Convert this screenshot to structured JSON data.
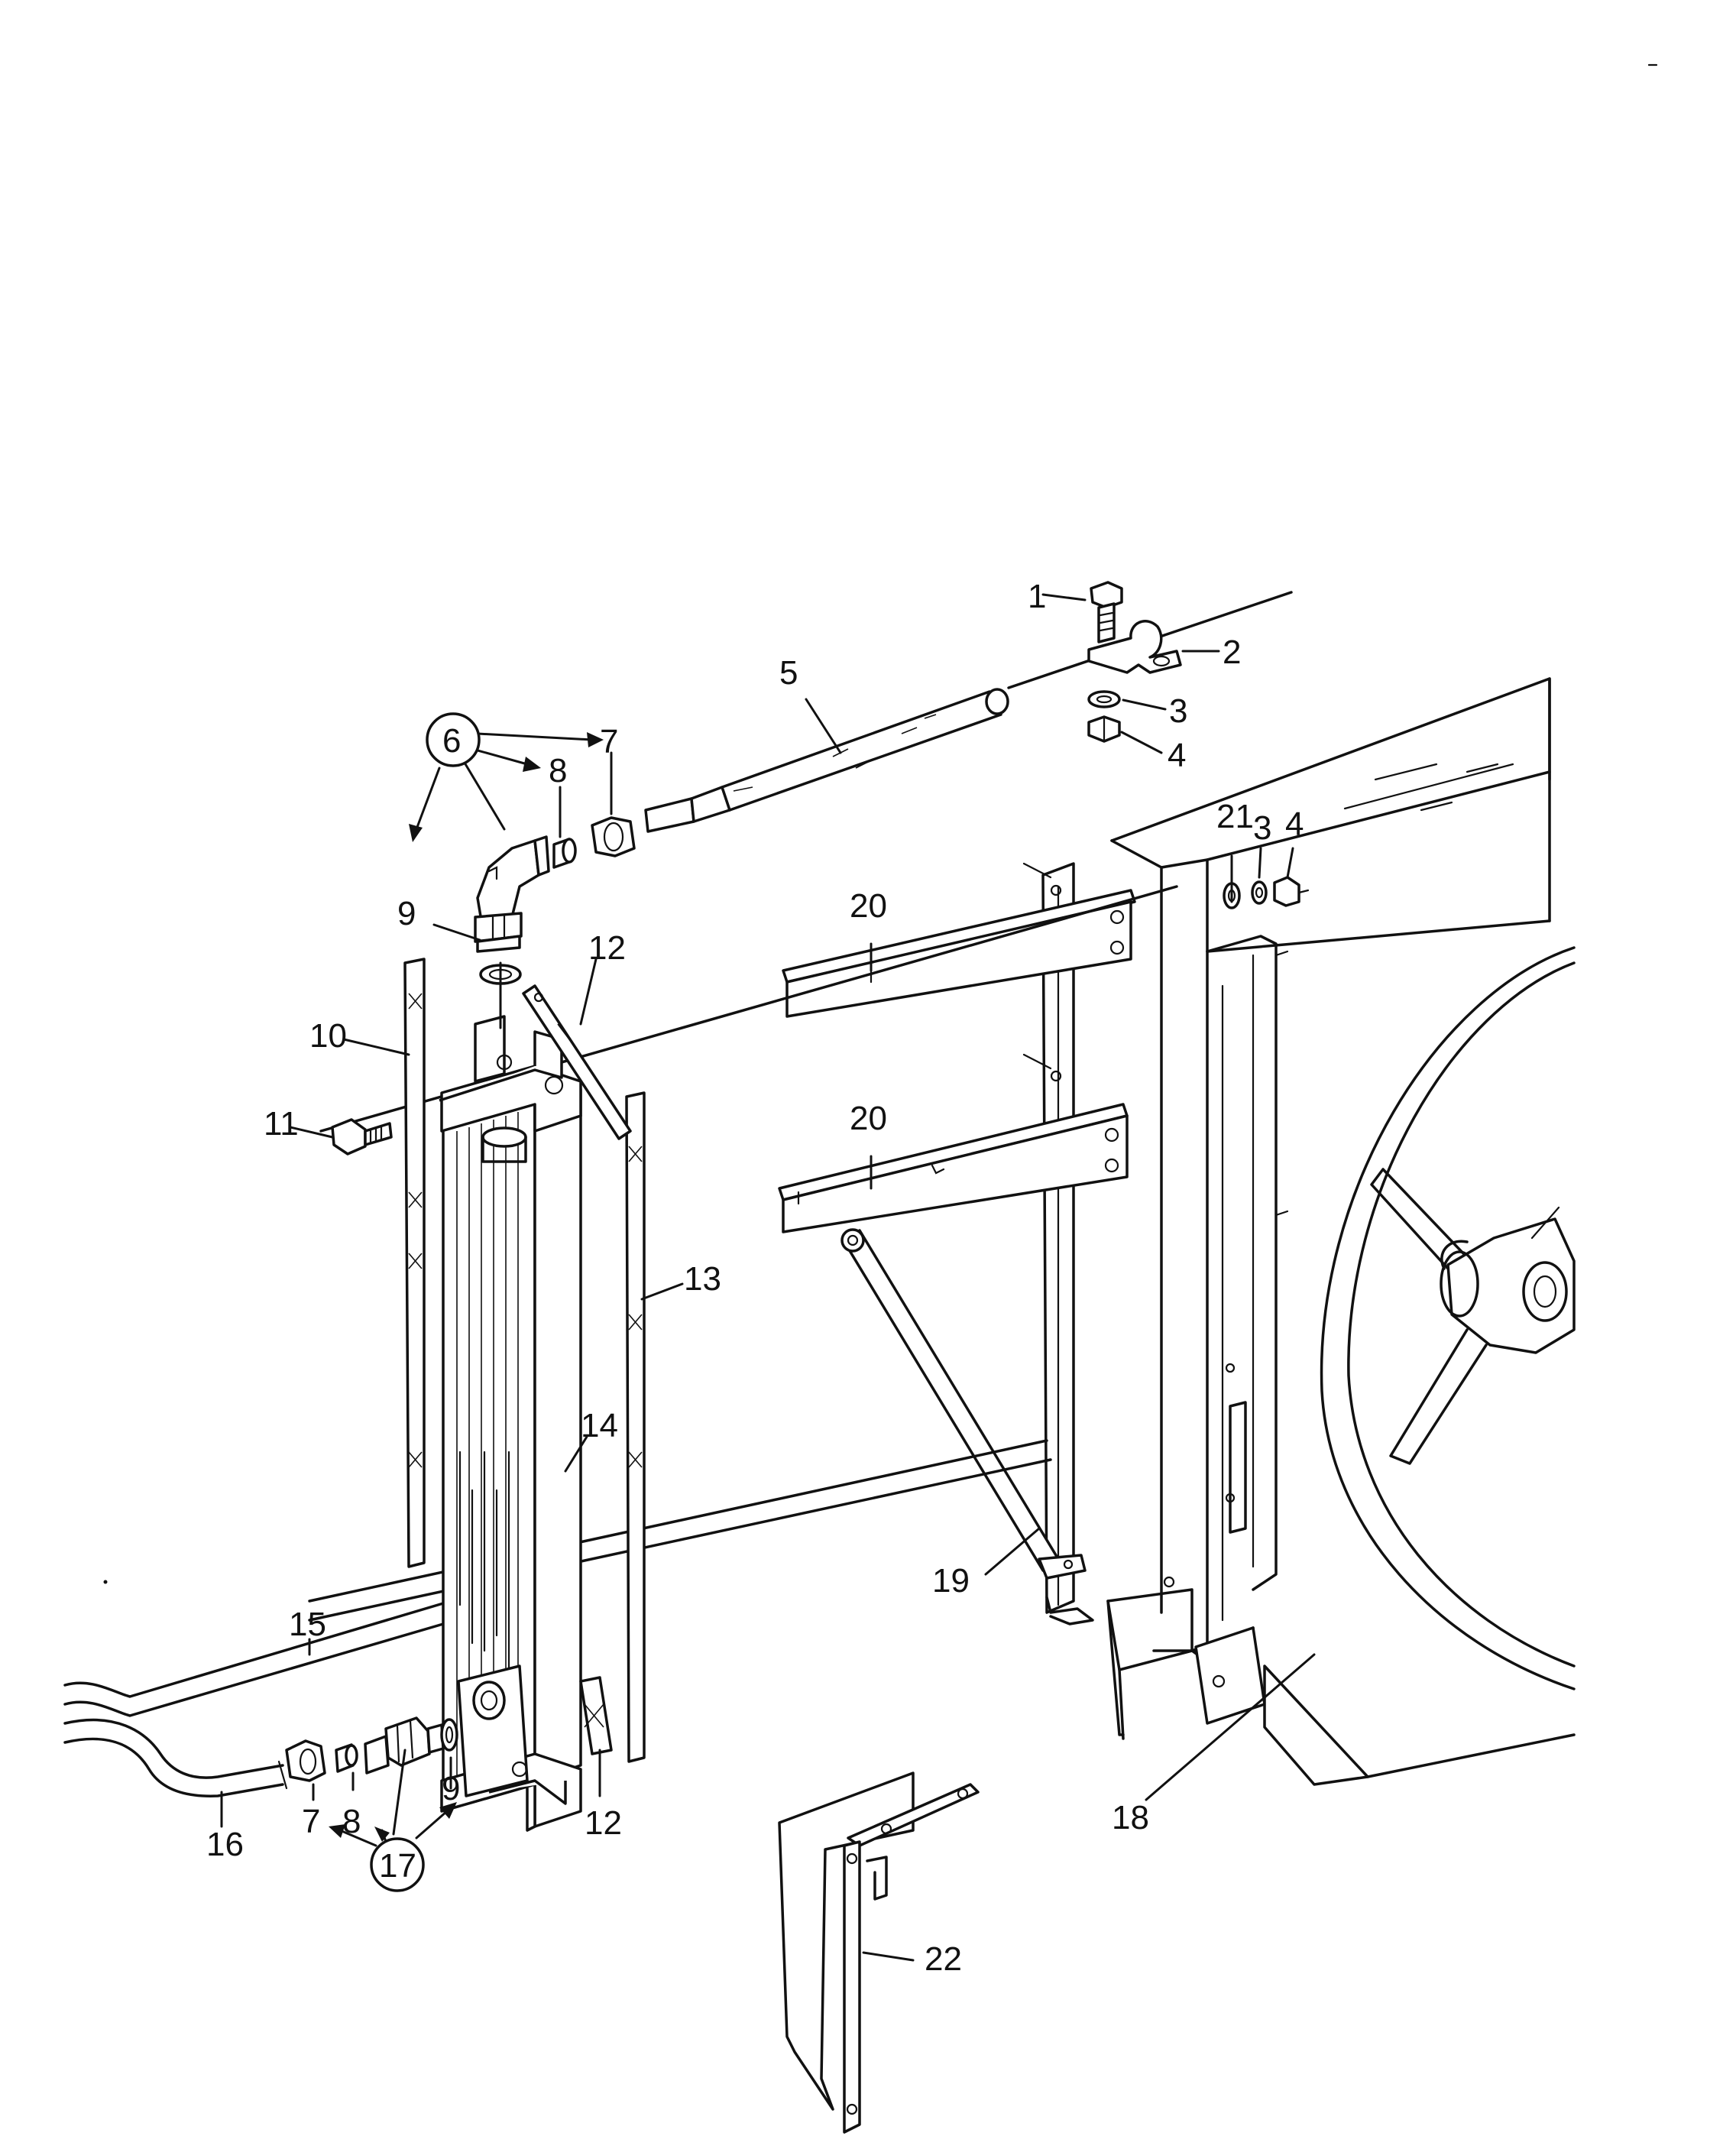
{
  "callouts": {
    "c1": "1",
    "c2": "2",
    "c3a": "3",
    "c4a": "4",
    "c5": "5",
    "c6": "6",
    "c7a": "7",
    "c8a": "8",
    "c9a": "9",
    "c10": "10",
    "c11": "11",
    "c12a": "12",
    "c12b": "12",
    "c13": "13",
    "c14": "14",
    "c15": "15",
    "c16": "16",
    "c7b": "7",
    "c8b": "8",
    "c9b": "9",
    "c17": "17",
    "c18": "18",
    "c19": "19",
    "c20a": "20",
    "c20b": "20",
    "c21": "21",
    "c3b": "3",
    "c4b": "4",
    "c22": "22"
  },
  "colors": {
    "ink": "#111111",
    "paper": "#ffffff"
  }
}
